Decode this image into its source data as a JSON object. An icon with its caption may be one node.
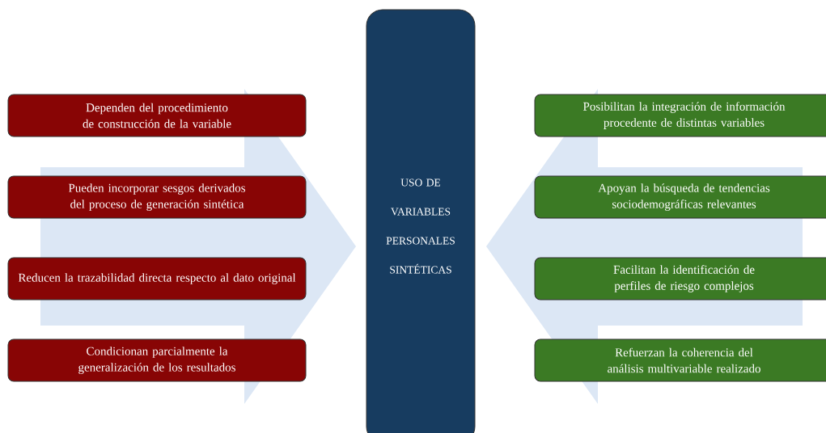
{
  "diagram": {
    "nodes": [
      {
        "text": [
          "Dependen del procedimiento de construcción de la variable"
        ]
      },
      {
        "text": [
          "Pueden incorporar sesgos derivados del proceso de generación sintética"
        ]
      },
      {
        "text": [
          "Reducen la trazabilidad directa respecto al dato original"
        ]
      },
      {
        "text": [
          "Condicionan parcialmente la generalización de los resultados"
        ]
      },
      {
        "text": [
          "USO DE VARIABLES PERSONALES SINTÉTICAS"
        ]
      },
      {
        "text": [
          "Posibilitan la integración de información procedente de distintas variables"
        ]
      },
      {
        "text": [
          "Apoyan la búsqueda de tendencias sociodemográficas relevantes"
        ]
      },
      {
        "text": [
          "Facilitan la identificación de perfiles de riesgo complejos"
        ]
      },
      {
        "text": [
          "Refuerzan la coherencia del análisis multivariable realizado"
        ]
      }
    ],
    "edges": [
      {
        "from": null,
        "to": 4,
        "arrow": "to"
      },
      {
        "from": null,
        "to": 4,
        "arrow": "to"
      }
    ]
  }
}
